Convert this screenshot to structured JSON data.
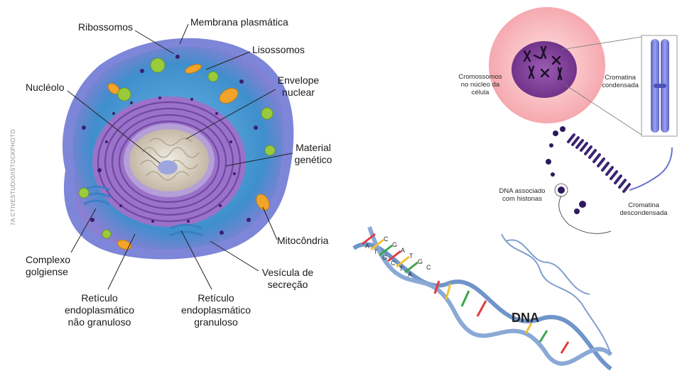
{
  "cell_labels": {
    "ribossomos": "Ribossomos",
    "membrana": "Membrana plasmática",
    "lisossomos": "Lisossomos",
    "nucleolo": "Nucléolo",
    "envelope_1": "Envelope",
    "envelope_2": "nuclear",
    "material_1": "Material",
    "material_2": "genético",
    "mitocondria": "Mitocôndria",
    "complexo_1": "Complexo",
    "complexo_2": "golgiense",
    "vesicula_1": "Vesícula de",
    "vesicula_2": "secreção",
    "ren_1": "Retículo",
    "ren_2": "endoplasmático",
    "ren_3": "não granuloso",
    "reg_1": "Retículo",
    "reg_2": "endoplasmático",
    "reg_3": "granuloso"
  },
  "credit": "7A CTIVESTUDIO/ISTOCKPHOTO",
  "chromatin_labels": {
    "cromossomos_1": "Cromossomos",
    "cromossomos_2": "no núcleo da",
    "cromossomos_3": "célula",
    "condensada_1": "Cromatina",
    "condensada_2": "condensada",
    "dna_hist_1": "DNA associado",
    "dna_hist_2": "com histonas",
    "descondensada_1": "Cromatina",
    "descondensada_2": "descondensada",
    "dna": "DNA"
  },
  "base_letters": [
    "A",
    "T",
    "G",
    "C",
    "T",
    "A",
    "C",
    "G",
    "A",
    "T",
    "G",
    "C"
  ],
  "colors": {
    "cell_outer": "#6f7fd6",
    "cytoplasm": "#4fa3d8",
    "er": "#9a6fc8",
    "nucleus": "#d9d2c4",
    "nucleus_halo": "#f6b8bd",
    "nucleus_core": "#7a3f93",
    "chromosome": "#6b74d0",
    "dna_backbone": "#6f95c9"
  }
}
